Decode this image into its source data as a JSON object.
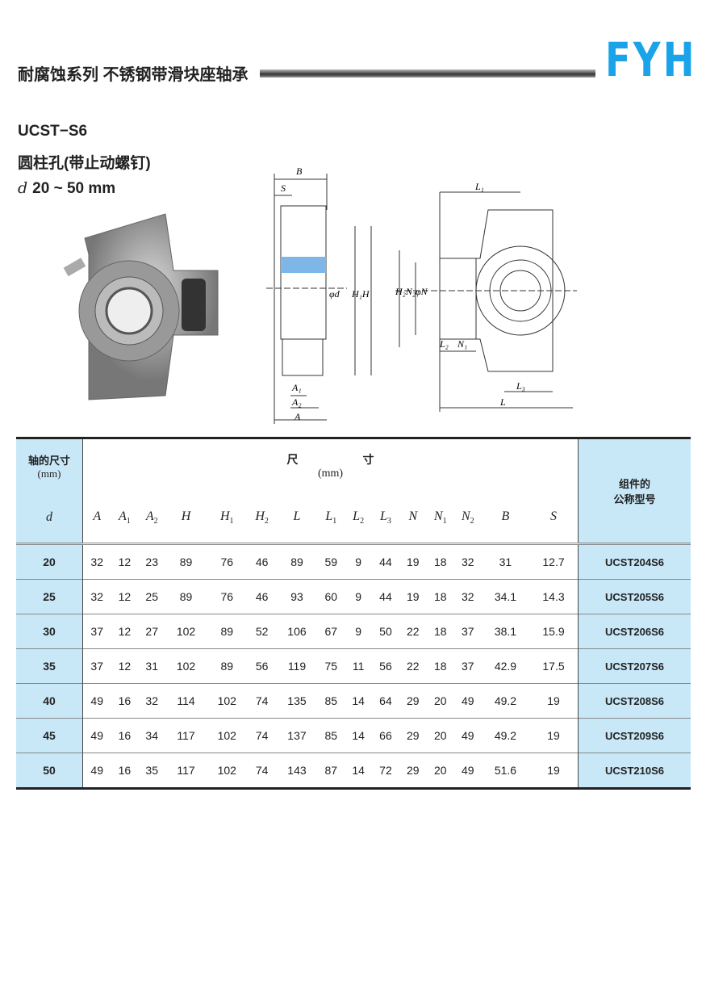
{
  "header": {
    "title": "耐腐蚀系列 不锈钢带滑块座轴承",
    "logo": "FYH"
  },
  "product": {
    "model": "UCST−S6",
    "bore": "圆柱孔(带止动螺钉)",
    "d_symbol": "d",
    "range": "20 ~ 50 mm"
  },
  "drawing_labels": {
    "B": "B",
    "S": "S",
    "d": "φd",
    "H1H": "H₁H",
    "A1": "A₁",
    "A2": "A₂",
    "A": "A",
    "L1": "L₁",
    "H2N2N": "H₂N₂φN",
    "L2": "L₂",
    "N1": "N₁",
    "L3": "L₃",
    "L": "L"
  },
  "table": {
    "shaft_header": "轴的尺寸",
    "shaft_unit": "(mm)",
    "dim_header_1": "尺",
    "dim_header_2": "寸",
    "dim_unit": "(mm)",
    "part_header_1": "组件的",
    "part_header_2": "公称型号",
    "d_col": "d",
    "columns": [
      [
        "A",
        ""
      ],
      [
        "A",
        "1"
      ],
      [
        "A",
        "2"
      ],
      [
        "H",
        ""
      ],
      [
        "H",
        "1"
      ],
      [
        "H",
        "2"
      ],
      [
        "L",
        ""
      ],
      [
        "L",
        "1"
      ],
      [
        "L",
        "2"
      ],
      [
        "L",
        "3"
      ],
      [
        "N",
        ""
      ],
      [
        "N",
        "1"
      ],
      [
        "N",
        "2"
      ],
      [
        "B",
        ""
      ],
      [
        "S",
        ""
      ]
    ],
    "rows": [
      {
        "d": "20",
        "v": [
          "32",
          "12",
          "23",
          "89",
          "76",
          "46",
          "89",
          "59",
          "9",
          "44",
          "19",
          "18",
          "32",
          "31",
          "12.7"
        ],
        "part": "UCST204S6"
      },
      {
        "d": "25",
        "v": [
          "32",
          "12",
          "25",
          "89",
          "76",
          "46",
          "93",
          "60",
          "9",
          "44",
          "19",
          "18",
          "32",
          "34.1",
          "14.3"
        ],
        "part": "UCST205S6"
      },
      {
        "d": "30",
        "v": [
          "37",
          "12",
          "27",
          "102",
          "89",
          "52",
          "106",
          "67",
          "9",
          "50",
          "22",
          "18",
          "37",
          "38.1",
          "15.9"
        ],
        "part": "UCST206S6"
      },
      {
        "d": "35",
        "v": [
          "37",
          "12",
          "31",
          "102",
          "89",
          "56",
          "119",
          "75",
          "11",
          "56",
          "22",
          "18",
          "37",
          "42.9",
          "17.5"
        ],
        "part": "UCST207S6"
      },
      {
        "d": "40",
        "v": [
          "49",
          "16",
          "32",
          "114",
          "102",
          "74",
          "135",
          "85",
          "14",
          "64",
          "29",
          "20",
          "49",
          "49.2",
          "19"
        ],
        "part": "UCST208S6"
      },
      {
        "d": "45",
        "v": [
          "49",
          "16",
          "34",
          "117",
          "102",
          "74",
          "137",
          "85",
          "14",
          "66",
          "29",
          "20",
          "49",
          "49.2",
          "19"
        ],
        "part": "UCST209S6"
      },
      {
        "d": "50",
        "v": [
          "49",
          "16",
          "35",
          "117",
          "102",
          "74",
          "143",
          "87",
          "14",
          "72",
          "29",
          "20",
          "49",
          "51.6",
          "19"
        ],
        "part": "UCST210S6"
      }
    ]
  }
}
